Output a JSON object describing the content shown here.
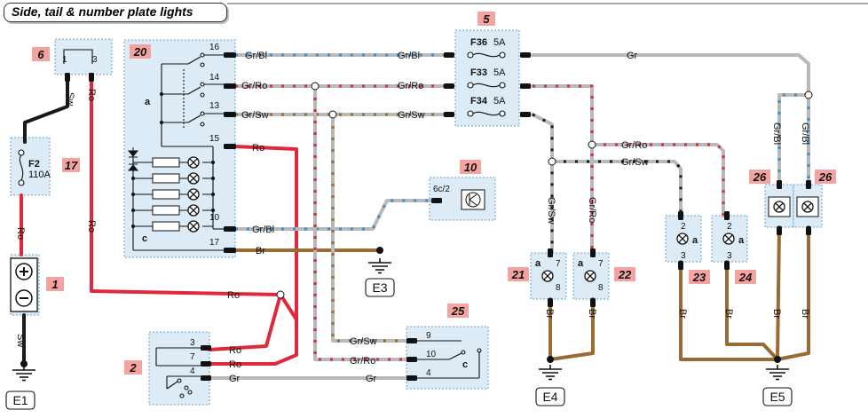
{
  "title": "Side, tail & number plate lights",
  "colors": {
    "red": "#e0283c",
    "black": "#1a1a1a",
    "grey": "#b9b9b9",
    "blue": "#3c8fd0",
    "brown": "#9a6a35",
    "box_fill": "#dcebf5",
    "badge": "#f4a4a0"
  },
  "wire_labels": {
    "sw": "Sw",
    "ro": "Ro",
    "gr": "Gr",
    "br": "Br",
    "grbl": "Gr/Bl",
    "grro": "Gr/Ro",
    "grsw": "Gr/Sw"
  },
  "components": {
    "c1": {
      "num": "1"
    },
    "c2": {
      "num": "2",
      "pins": [
        "3",
        "7",
        "4"
      ]
    },
    "c5": {
      "num": "5",
      "fuses": [
        {
          "name": "F36",
          "rating": "5A"
        },
        {
          "name": "F33",
          "rating": "5A"
        },
        {
          "name": "F34",
          "rating": "5A"
        }
      ]
    },
    "c6": {
      "num": "6",
      "pins": [
        "1",
        "3"
      ]
    },
    "c10": {
      "num": "10",
      "pin": "6c/2"
    },
    "c17": {
      "num": "17",
      "fuse": "F2",
      "rating": "110A"
    },
    "c20": {
      "num": "20",
      "pins": [
        "16",
        "14",
        "13",
        "15",
        "10",
        "17"
      ],
      "section_a": "a",
      "section_c": "c"
    },
    "c21": {
      "num": "21",
      "letter": "a",
      "pins": [
        "7",
        "8"
      ]
    },
    "c22": {
      "num": "22",
      "letter": "a",
      "pins": [
        "7",
        "8"
      ]
    },
    "c23": {
      "num": "23",
      "letter": "a",
      "pins": [
        "2",
        "3"
      ]
    },
    "c24": {
      "num": "24",
      "letter": "a",
      "pins": [
        "2",
        "3"
      ]
    },
    "c25": {
      "num": "25",
      "letter": "c",
      "pins": [
        "9",
        "10",
        "4"
      ]
    },
    "c26": {
      "num": "26"
    }
  },
  "grounds": {
    "e1": "E1",
    "e3": "E3",
    "e4": "E4",
    "e5": "E5"
  }
}
